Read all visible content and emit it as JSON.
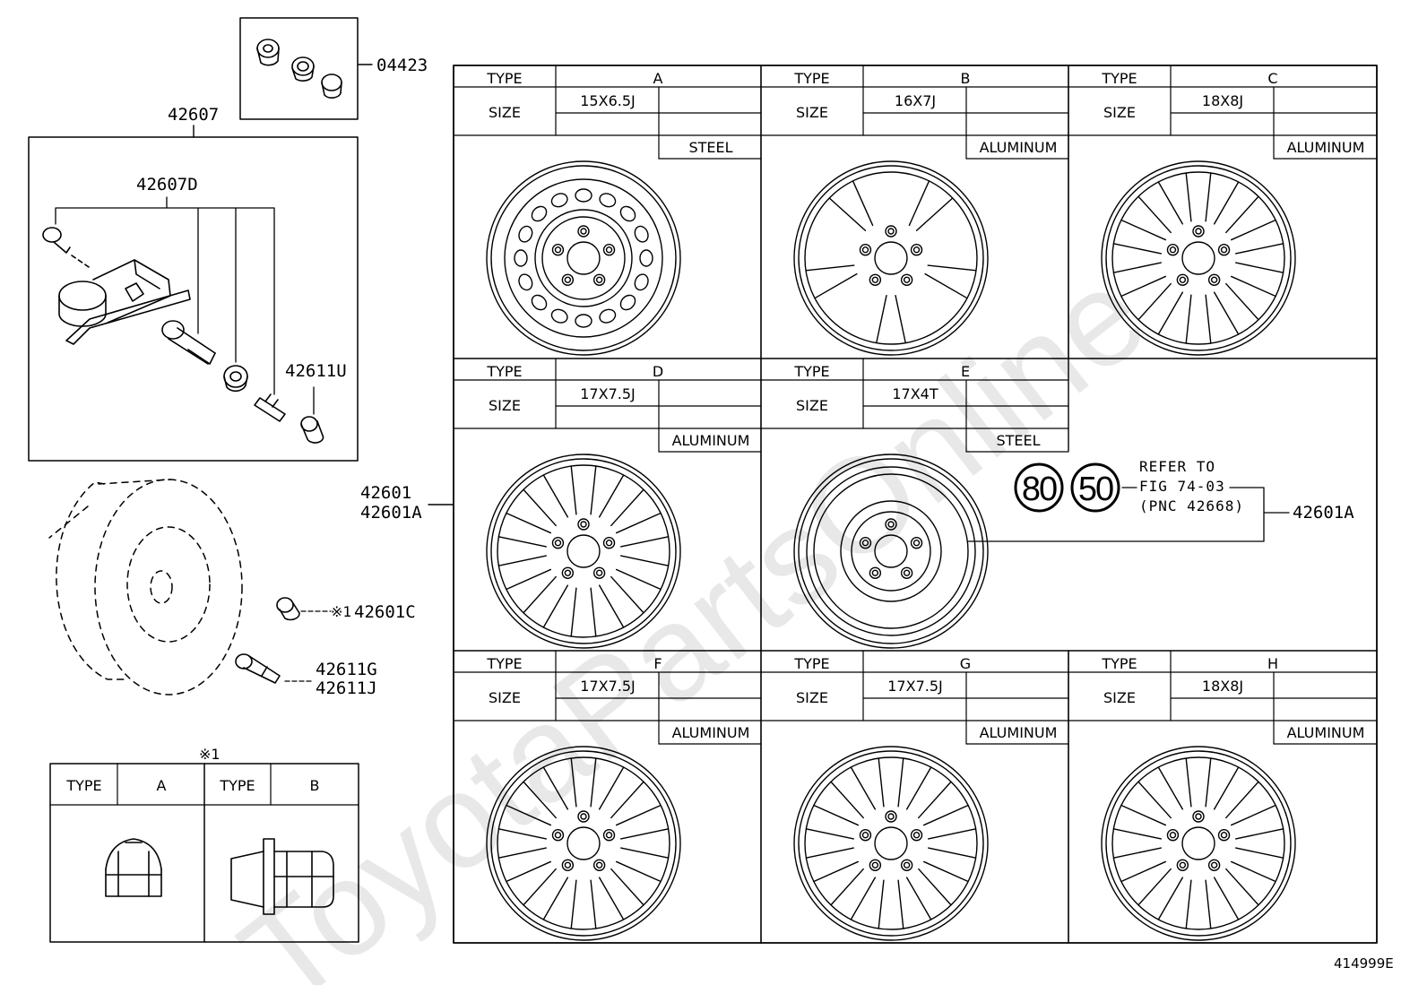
{
  "watermark": "ToyotaPartsOnline",
  "diagram_id": "414999E",
  "parts": {
    "p04423": "04423",
    "p42607": "42607",
    "p42607D": "42607D",
    "p42611U": "42611U",
    "p42601": "42601",
    "p42601A_left": "42601A",
    "p42601A_right": "42601A",
    "p42601C_mark": "※1",
    "p42601C": "42601C",
    "p42611G": "42611G",
    "p42611J": "42611J"
  },
  "wheel_table": {
    "type_label": "TYPE",
    "size_label": "SIZE",
    "wheels": [
      {
        "type": "A",
        "size": "15X6.5J",
        "material": "STEEL"
      },
      {
        "type": "B",
        "size": "16X7J",
        "material": "ALUMINUM"
      },
      {
        "type": "C",
        "size": "18X8J",
        "material": "ALUMINUM"
      },
      {
        "type": "D",
        "size": "17X7.5J",
        "material": "ALUMINUM"
      },
      {
        "type": "E",
        "size": "17X4T",
        "material": "STEEL"
      },
      {
        "type": "F",
        "size": "17X7.5J",
        "material": "ALUMINUM"
      },
      {
        "type": "G",
        "size": "17X7.5J",
        "material": "ALUMINUM"
      },
      {
        "type": "H",
        "size": "18X8J",
        "material": "ALUMINUM"
      }
    ]
  },
  "speed_callout": {
    "first": "80",
    "second": "50",
    "line1": "REFER TO",
    "line2": "FIG 74-03",
    "line3": "(PNC 42668)"
  },
  "nut_table": {
    "note": "※1",
    "type_label": "TYPE",
    "type_a": "A",
    "type_b": "B"
  }
}
